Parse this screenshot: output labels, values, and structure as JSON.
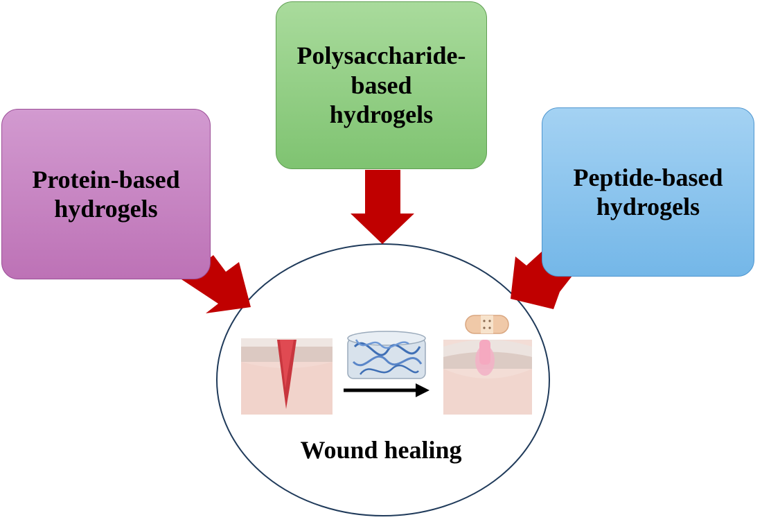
{
  "boxes": {
    "protein": "Protein-based\nhydrogels",
    "polysaccharide": "Polysaccharide-\nbased\nhydrogels",
    "peptide": "Peptide-based\nhydrogels"
  },
  "center": {
    "label": "Wound healing"
  },
  "colors": {
    "arrow": "#c00000",
    "circle_stroke": "#1f3a5a",
    "protein_box": "#c886c3",
    "polysaccharide_box": "#93cf85",
    "peptide_box": "#8ac4ee"
  }
}
